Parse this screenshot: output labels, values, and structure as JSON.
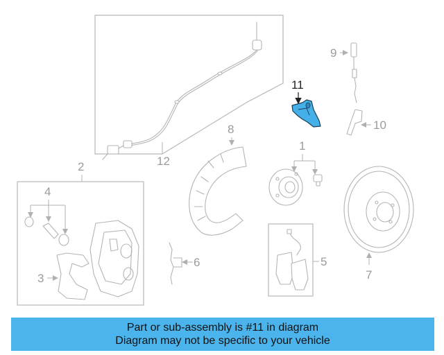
{
  "diagram": {
    "callouts": {
      "c1": "1",
      "c2": "2",
      "c3": "3",
      "c4": "4",
      "c5": "5",
      "c6": "6",
      "c7": "7",
      "c8": "8",
      "c9": "9",
      "c10": "10",
      "c11": "11",
      "c12": "12"
    },
    "highlight_part": "11",
    "highlight_color": "#45b0e8"
  },
  "banner": {
    "line1": "Part or sub-assembly is #11 in diagram",
    "line2": "Diagram may not be specific to your vehicle",
    "background": "#4cb4ec"
  }
}
